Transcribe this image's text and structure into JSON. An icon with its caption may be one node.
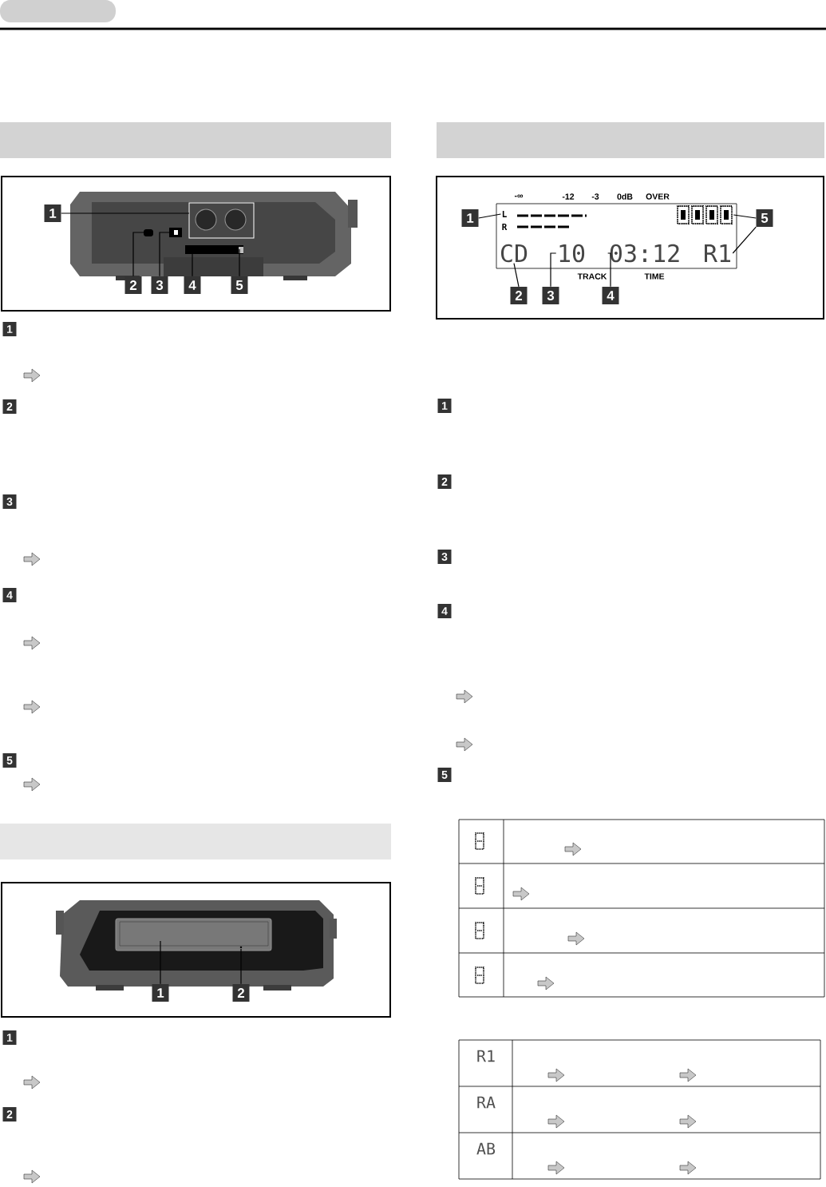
{
  "diagram": {
    "nodes": [
      {
        "text": [],
        "shape": "picture"
      },
      {
        "text": [
          "1"
        ]
      },
      {
        "text": [
          "2"
        ]
      },
      {
        "text": [
          "3"
        ]
      },
      {
        "text": [
          "4"
        ]
      },
      {
        "text": [
          "5"
        ]
      },
      {
        "text": [
          "1"
        ]
      },
      {
        "text": [
          "2"
        ]
      },
      {
        "text": [
          "3"
        ]
      },
      {
        "text": [
          "4"
        ]
      },
      {
        "text": [
          "5"
        ]
      },
      {
        "text": [
          "L"
        ]
      },
      {
        "text": [
          "CD"
        ]
      },
      {
        "text": [
          "10"
        ]
      },
      {
        "text": [
          "03:12"
        ]
      },
      {
        "text": [
          "R1"
        ]
      },
      {
        "text": [],
        "shape": "box"
      },
      {
        "text": [],
        "shape": "picture"
      },
      {
        "text": [
          "1"
        ]
      },
      {
        "text": [
          "2"
        ]
      }
    ],
    "edges": [
      {
        "from": 1,
        "to": 0,
        "arrow": "none"
      },
      {
        "from": 2,
        "to": 0,
        "arrow": "none"
      },
      {
        "from": 3,
        "to": 0,
        "arrow": "none"
      },
      {
        "from": 4,
        "to": 0,
        "arrow": "none"
      },
      {
        "from": 5,
        "to": 0,
        "arrow": "none"
      },
      {
        "from": 6,
        "to": 11,
        "arrow": "none"
      },
      {
        "from": 7,
        "to": 12,
        "arrow": "none"
      },
      {
        "from": 8,
        "to": 13,
        "arrow": "none"
      },
      {
        "from": 9,
        "to": 14,
        "arrow": "none"
      },
      {
        "from": 10,
        "to": 16,
        "arrow": "none"
      },
      {
        "from": 10,
        "to": 15,
        "arrow": "none"
      },
      {
        "from": 18,
        "to": 17,
        "arrow": "none"
      },
      {
        "from": 19,
        "to": 17,
        "arrow": "none"
      }
    ],
    "labels": [
      "1",
      "2",
      "3",
      "4",
      "5",
      "1",
      "2",
      "-∞",
      "-12",
      "-3",
      "0dB",
      "OVER",
      "R",
      "TRACK",
      "TIME",
      "1",
      "2",
      "3",
      "4",
      "5",
      "R1",
      "RA",
      "AB"
    ]
  }
}
